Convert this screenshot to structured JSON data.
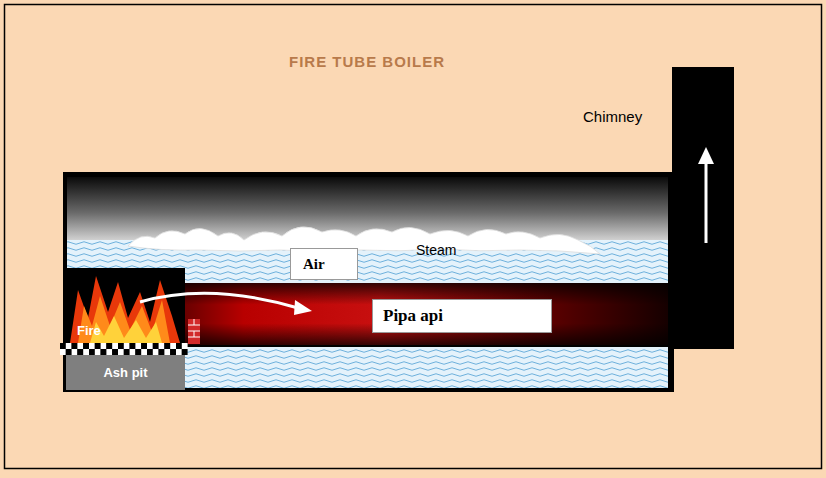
{
  "diagram": {
    "title": "FIRE TUBE BOILER",
    "nodes": [
      {
        "text": [
          "Air"
        ]
      },
      {
        "text": [
          "Pipa api"
        ]
      },
      {
        "text": [
          "Ash pit"
        ]
      }
    ],
    "labels": [
      "Chimney",
      "Steam",
      "Fire"
    ]
  }
}
